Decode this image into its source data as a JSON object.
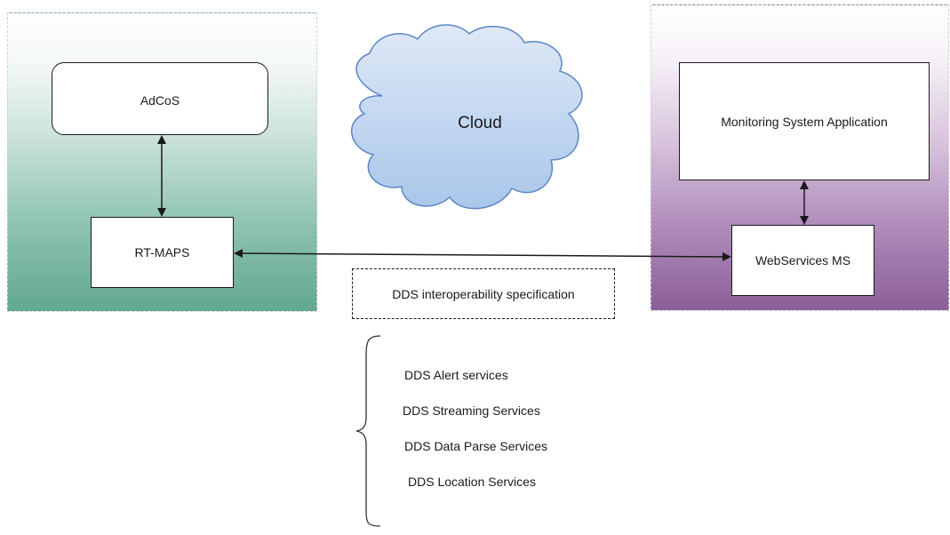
{
  "nodes": {
    "adcos": "AdCoS",
    "rt_maps": "RT-MAPS",
    "cloud": "Cloud",
    "monitoring_app": "Monitoring System Application",
    "webservices_ms": "WebServices MS",
    "dds_spec": "DDS interoperability specification"
  },
  "dds_services": [
    "DDS Alert services",
    "DDS Streaming Services",
    "DDS Data Parse Services",
    "DDS Location Services"
  ],
  "colors": {
    "left_panel": "#62a892",
    "right_panel": "#8b5f99",
    "cloud_fill": "#b8d1ee",
    "cloud_stroke": "#5b86c4"
  }
}
